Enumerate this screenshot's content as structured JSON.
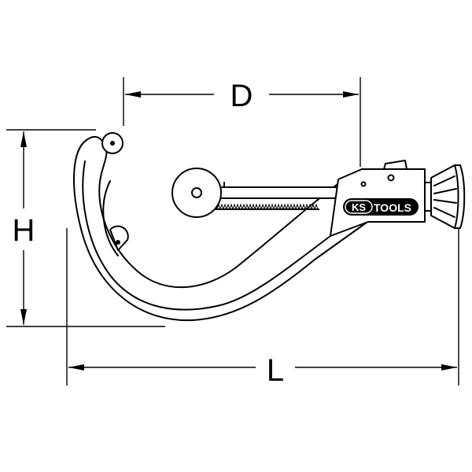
{
  "dimensions": {
    "depth_label": "D",
    "height_label": "H",
    "length_label": "L"
  },
  "logo": {
    "brand_ks": "KS",
    "brand_tools": "TOOLS"
  },
  "colors": {
    "line": "#000000",
    "background": "#ffffff"
  }
}
